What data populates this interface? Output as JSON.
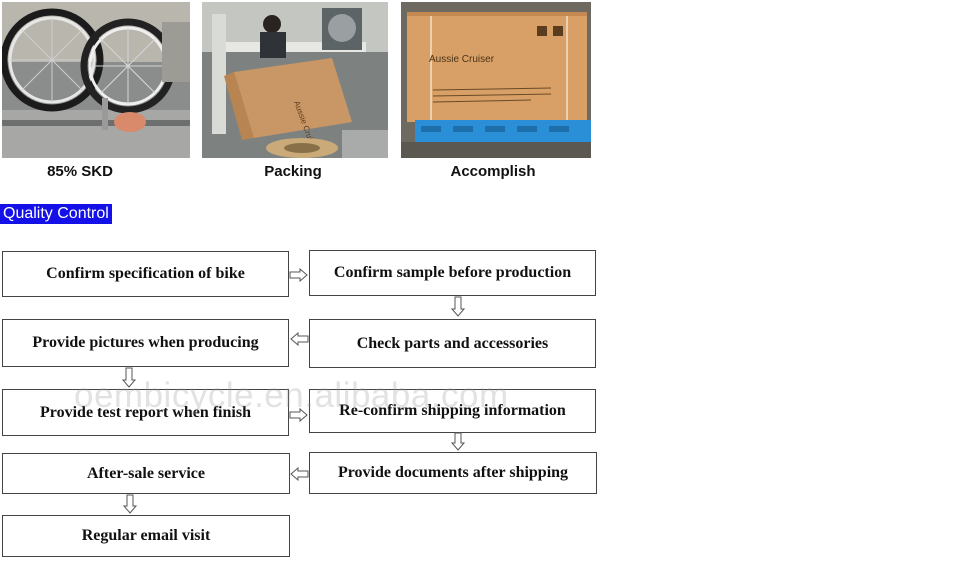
{
  "photos": [
    {
      "caption": "85% SKD",
      "icon": "bicycle-wheels-photo"
    },
    {
      "caption": "Packing",
      "icon": "packing-line-photo"
    },
    {
      "caption": "Accomplish",
      "icon": "carton-photo",
      "carton_label": "Aussie Cruiser"
    }
  ],
  "carton_side_label": "Aussie Cruiser",
  "section_title": "Quality Control",
  "steps": {
    "s1": "Confirm specification of bike",
    "s2": "Confirm sample before production",
    "s3": "Check parts and accessories",
    "s4": "Provide pictures when producing",
    "s5": "Provide test report when finish",
    "s6": "Re-confirm shipping information",
    "s7": "Provide documents after shipping",
    "s8": "After-sale service",
    "s9": "Regular email visit"
  },
  "watermark": "oembicycle.en.alibaba.com",
  "colors": {
    "section_bg": "#1410e8",
    "carton": "#d8a066",
    "pallet": "#2b8fd8"
  }
}
